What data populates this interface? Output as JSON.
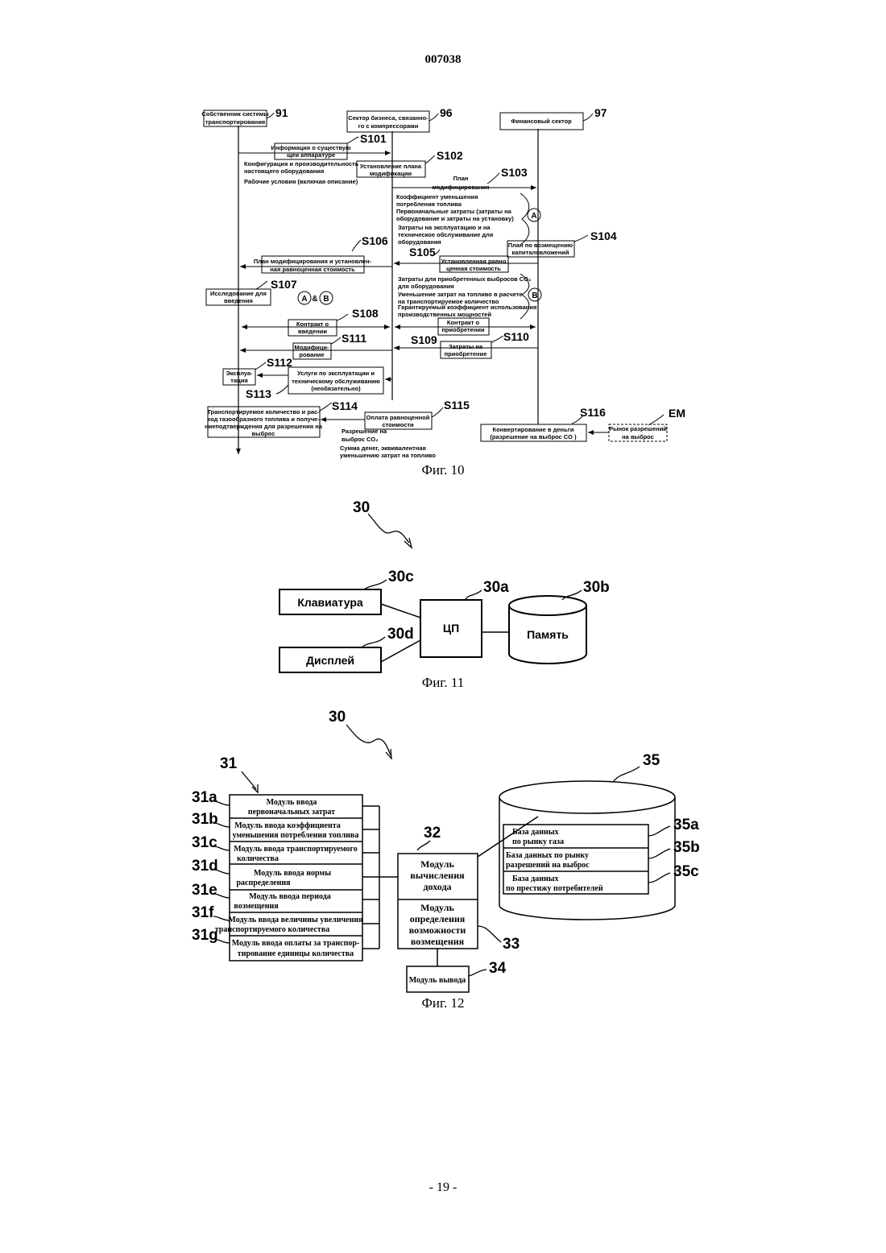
{
  "header": "007038",
  "page_number": "- 19 -",
  "fig10": {
    "caption": "Фиг. 10",
    "actor_owner": [
      "Собственник системы",
      "транспортирования"
    ],
    "actor_owner_num": "91",
    "actor_business": [
      "Сектор бизнеса, связанно-",
      "го с компрессорами"
    ],
    "actor_business_num": "96",
    "actor_finance": "Финансовый сектор",
    "actor_finance_num": "97",
    "s101": "S101",
    "s101_box": [
      "Информация о существую",
      "щей аппаратуре"
    ],
    "s101_notes": [
      "Конфигурация и производительность",
      "настоящего оборудования",
      "Рабочие условия (включая описание)"
    ],
    "s102": "S102",
    "s102_box": [
      "Установление плана",
      "модификации"
    ],
    "s103": "S103",
    "s103_label": [
      "План",
      "модифицирования"
    ],
    "s103_notes": [
      "Коэффициент уменьшения",
      "потребления топлива",
      "Первоначальные затраты (затраты на",
      "оборудование и затраты на установку)",
      "Затраты на эксплуатацию и на",
      "техническое обслуживание для",
      "оборудования"
    ],
    "mark_a": "A",
    "s104": "S104",
    "s104_box": [
      "План по возмещению",
      "капиталовложений"
    ],
    "s105": "S105",
    "s105_box": [
      "Установленная равно",
      "ценная стоимость"
    ],
    "s106": "S106",
    "s106_box": [
      "План модифицирования и установлен-",
      "ная равноценная стоимость"
    ],
    "s105_notes": [
      "Затраты для приобретенных выбросов CO₂",
      "для оборудования",
      "Уменьшение затрат на топливо в расчете",
      "на транспортируемое количество",
      "Гарантируемый коэффициент использования",
      "производственных мощностей"
    ],
    "mark_b": "B",
    "s107": "S107",
    "s107_box": [
      "Исследование для",
      "введения"
    ],
    "mark_ab": "&",
    "s108": "S108",
    "s108_box": [
      "Контракт о",
      "введении"
    ],
    "s109": "S109",
    "s109_box": [
      "Контракт о",
      "приобретении"
    ],
    "s110": "S110",
    "s110_box": [
      "Затраты на",
      "приобретение"
    ],
    "s111": "S111",
    "s111_box": [
      "Модифици-",
      "рование"
    ],
    "s112": "S112",
    "s112_box": [
      "Эксплуа-",
      "тация"
    ],
    "s113": "S113",
    "s113_box": [
      "Услуги по эксплуатации и",
      "техническому обслуживанию",
      "(необязательно)"
    ],
    "s114": "S114",
    "s114_box": [
      "Транспортируемое количество и рас-",
      "ход газообразного топлива и получе-",
      "ниеподтверждения для разрешения на",
      "выброс"
    ],
    "s115": "S115",
    "s115_box": [
      "Оплата равноценной",
      "стоимости"
    ],
    "s115_notes": [
      "Разрешение на",
      "выброс CO₂",
      "Сумма денег, эквивалентная",
      "уменьшению затрат на топливо"
    ],
    "s116": "S116",
    "s116_box": [
      "Конвертирование в деньги",
      "(разрешение на выброс CO  )"
    ],
    "em_box": [
      "Рынок разрешений",
      "на выброс"
    ],
    "em": "EM"
  },
  "fig11": {
    "caption": "Фиг. 11",
    "ref": "30",
    "keyboard": "Клавиатура",
    "keyboard_num": "30c",
    "display": "Дисплей",
    "display_num": "30d",
    "cpu": "ЦП",
    "cpu_num": "30a",
    "memory": "Память",
    "memory_num": "30b"
  },
  "fig12": {
    "caption": "Фиг. 12",
    "ref": "30",
    "group_num": "31",
    "modules": [
      {
        "num": "31a",
        "lines": [
          "Модуль ввода",
          "первоначальных затрат"
        ]
      },
      {
        "num": "31b",
        "lines": [
          "Модуль ввода коэффициента",
          "уменьшения потребления топлива"
        ]
      },
      {
        "num": "31c",
        "lines": [
          "Модуль ввода транспортируемого",
          "количества"
        ]
      },
      {
        "num": "31d",
        "lines": [
          "Модуль ввода нормы",
          "распределения"
        ]
      },
      {
        "num": "31e",
        "lines": [
          "Модуль ввода периода",
          "возмещения"
        ]
      },
      {
        "num": "31f",
        "lines": [
          "Модуль ввода величины увеличения",
          "транспортируемого количества"
        ]
      },
      {
        "num": "31g",
        "lines": [
          "Модуль ввода оплаты за транспор-",
          "тирование единицы количества"
        ]
      }
    ],
    "calc_num": "32",
    "calc": [
      "Модуль",
      "вычисления",
      "дохода"
    ],
    "det_num": "33",
    "det": [
      "Модуль",
      "определения",
      "возможности",
      "возмещения"
    ],
    "out_num": "34",
    "out": "Модуль вывода",
    "db_num": "35",
    "dbs": [
      {
        "num": "35a",
        "lines": [
          "База данных",
          "по рынку газа"
        ]
      },
      {
        "num": "35b",
        "lines": [
          "База данных по рынку",
          "разрешений на выброс"
        ]
      },
      {
        "num": "35c",
        "lines": [
          "База данных",
          "по престижу потребителей"
        ]
      }
    ]
  }
}
